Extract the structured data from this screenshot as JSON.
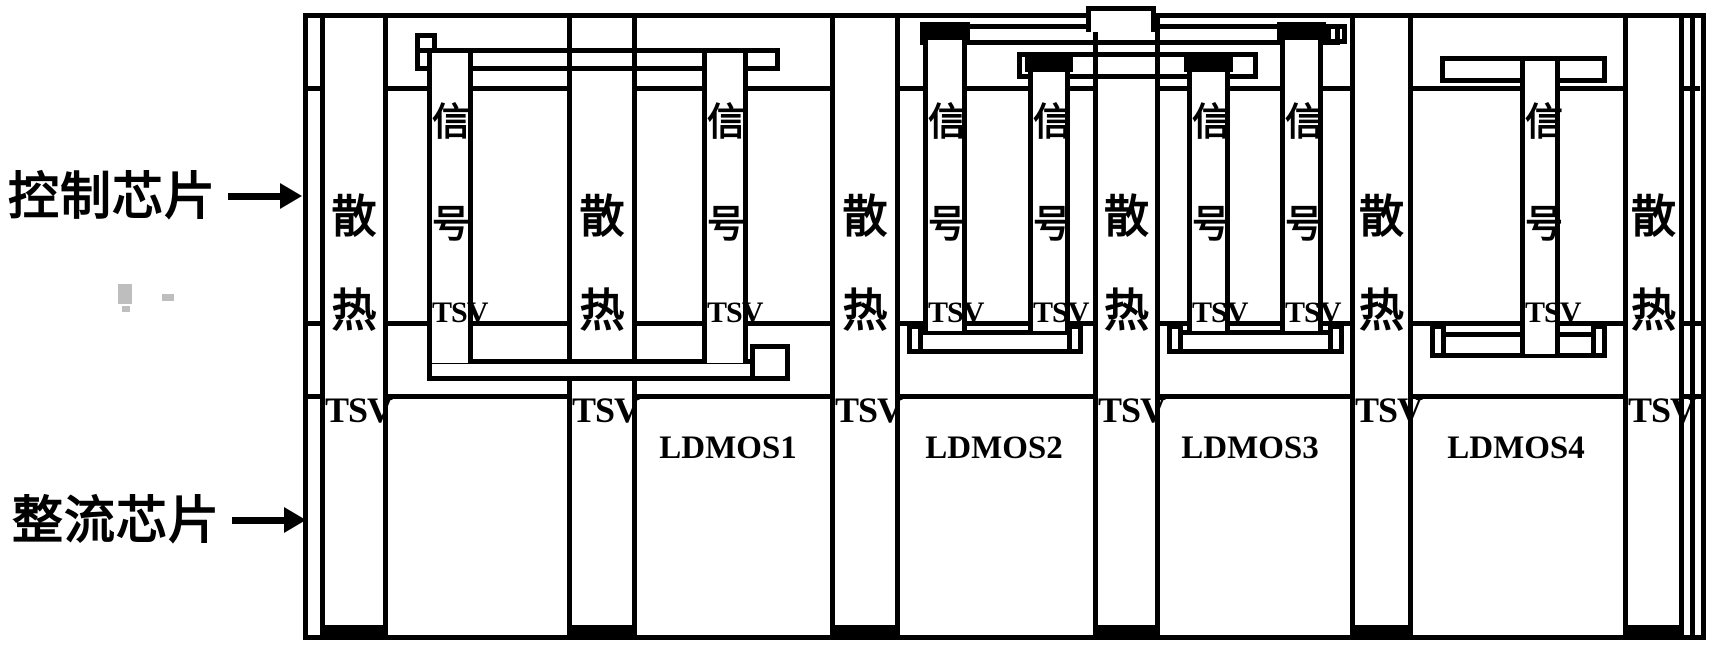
{
  "figure": {
    "colors": {
      "ink": "#000000",
      "paper": "#ffffff"
    },
    "left_labels": {
      "control_chip": "控制芯片",
      "rectifier_chip": "整流芯片"
    },
    "heat_columns": [
      {
        "top_char": "散",
        "bottom_char": "热",
        "tsv_label": "TSV"
      },
      {
        "top_char": "散",
        "bottom_char": "热",
        "tsv_label": "TSV"
      },
      {
        "top_char": "散",
        "bottom_char": "热",
        "tsv_label": "TSV"
      },
      {
        "top_char": "散",
        "bottom_char": "热",
        "tsv_label": "TSV"
      },
      {
        "top_char": "散",
        "bottom_char": "热",
        "tsv_label": "TSV"
      },
      {
        "top_char": "散",
        "bottom_char": "热",
        "tsv_label": "TSV"
      }
    ],
    "signal_tsvs": [
      {
        "top_char": "信",
        "bottom_char": "号",
        "tsv_label": "TSV"
      },
      {
        "top_char": "信",
        "bottom_char": "号",
        "tsv_label": "TSV"
      },
      {
        "top_char": "信",
        "bottom_char": "号",
        "tsv_label": "TSV"
      },
      {
        "top_char": "信",
        "bottom_char": "号",
        "tsv_label": "TSV"
      },
      {
        "top_char": "信",
        "bottom_char": "号",
        "tsv_label": "TSV"
      },
      {
        "top_char": "信",
        "bottom_char": "号",
        "tsv_label": "TSV"
      },
      {
        "top_char": "信",
        "bottom_char": "号",
        "tsv_label": "TSV"
      }
    ],
    "ldmos_labels": [
      "LDMOS1",
      "LDMOS2",
      "LDMOS3",
      "LDMOS4"
    ]
  }
}
